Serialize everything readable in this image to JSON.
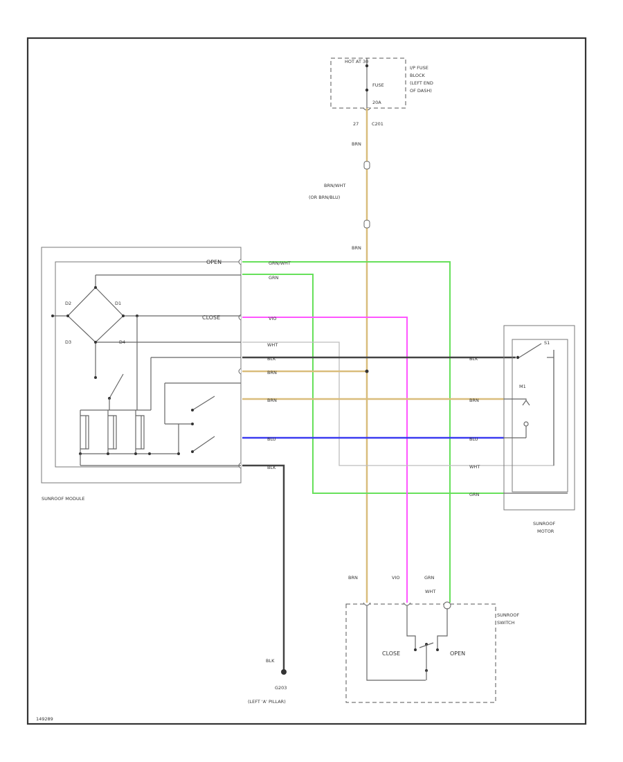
{
  "figure_id": "149289",
  "fuse_block": {
    "hot_at": "HOT AT 30",
    "fuse": "FUSE",
    "amps": "20A",
    "name_lines": [
      "I/P FUSE",
      "BLOCK",
      "(LEFT END",
      "OF DASH)"
    ]
  },
  "connector_c201": {
    "pin": "27",
    "name": "C201"
  },
  "wires": {
    "brn": "BRN",
    "brn_alt_lines": [
      "BRN/WHT",
      "(OR BRN/BLU)"
    ],
    "grn_wht": "GRN/WHT",
    "grn": "GRN",
    "vio": "VIO",
    "wht": "WHT",
    "blk": "BLK",
    "blu": "BLU",
    "grn_wht_lines": [
      "GRN",
      "WHT"
    ]
  },
  "sunroof_module": {
    "name": "SUNROOF MODULE",
    "terminal_open": "OPEN",
    "terminal_close": "CLOSE",
    "diodes": {
      "d1": "D1",
      "d2": "D2",
      "d3": "D3",
      "d4": "D4"
    }
  },
  "sunroof_motor": {
    "name_lines": [
      "SUNROOF",
      "MOTOR"
    ],
    "label": "M1",
    "switch_label": "S1"
  },
  "sunroof_switch": {
    "name_lines": [
      "SUNROOF",
      "SWITCH"
    ],
    "close": "CLOSE",
    "open": "OPEN"
  },
  "ground": {
    "name": "G203",
    "location": "(LEFT 'A' PILLAR)"
  },
  "colors": {
    "brn": "#d9bd7c",
    "grn": "#66e05a",
    "vio": "#ff55ff",
    "blu": "#3a3af0",
    "blk": "#444444",
    "wht": "#bdbdbd"
  }
}
